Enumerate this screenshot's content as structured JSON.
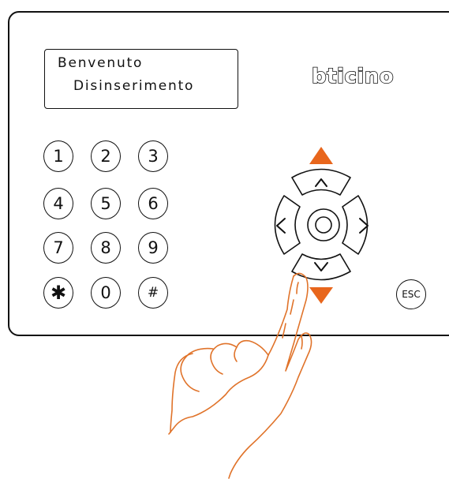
{
  "display": {
    "line1": "Benvenuto",
    "line2": "Disinserimento"
  },
  "brand": {
    "logo_text": "bticino"
  },
  "keypad": [
    {
      "id": "k1",
      "label": "1"
    },
    {
      "id": "k2",
      "label": "2"
    },
    {
      "id": "k3",
      "label": "3"
    },
    {
      "id": "k4",
      "label": "4"
    },
    {
      "id": "k5",
      "label": "5"
    },
    {
      "id": "k6",
      "label": "6"
    },
    {
      "id": "k7",
      "label": "7"
    },
    {
      "id": "k8",
      "label": "8"
    },
    {
      "id": "k9",
      "label": "9"
    },
    {
      "id": "kstar",
      "label": "✱"
    },
    {
      "id": "k0",
      "label": "0"
    },
    {
      "id": "khash",
      "label": "#"
    }
  ],
  "navigation": {
    "up": "^",
    "down": "v",
    "left": "<",
    "right": ">",
    "center": "ok"
  },
  "esc": {
    "label": "ESC"
  },
  "colors": {
    "accent": "#e8661c",
    "outline": "#111111",
    "hand": "#e0732a"
  },
  "icons": {
    "indicator_up": "triangle-up-icon",
    "indicator_down": "triangle-down-icon",
    "hand": "pointing-hand-icon"
  }
}
